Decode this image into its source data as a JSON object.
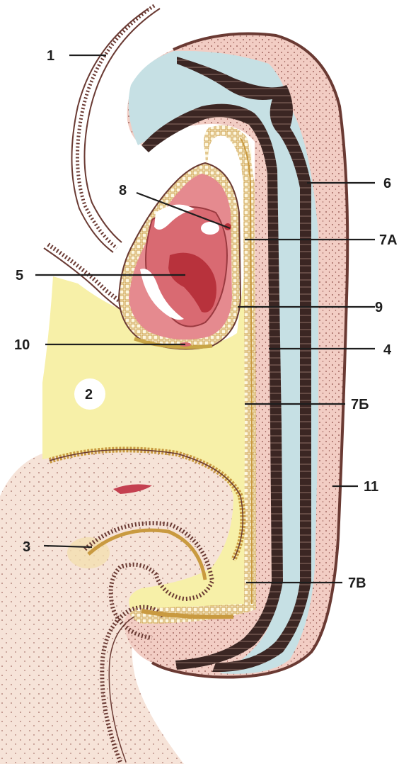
{
  "labels": {
    "l1": "1",
    "l2": "2",
    "l3": "3",
    "l4": "4",
    "l5": "5",
    "l6": "6",
    "l7a": "7А",
    "l7b": "7Б",
    "l7v": "7В",
    "l8": "8",
    "l9": "9",
    "l10": "10",
    "l11": "11"
  },
  "colors": {
    "yolk_sac": "#f7f0a8",
    "amniotic_cavity": "#c6e0e4",
    "mesoderm": "#f2cdc4",
    "heart": "#d96a72",
    "heart_lumen": "#b8323c",
    "neural_tube": "#3b2623",
    "endoderm_border": "#c9a646",
    "ectoderm": "#6a3a33"
  }
}
